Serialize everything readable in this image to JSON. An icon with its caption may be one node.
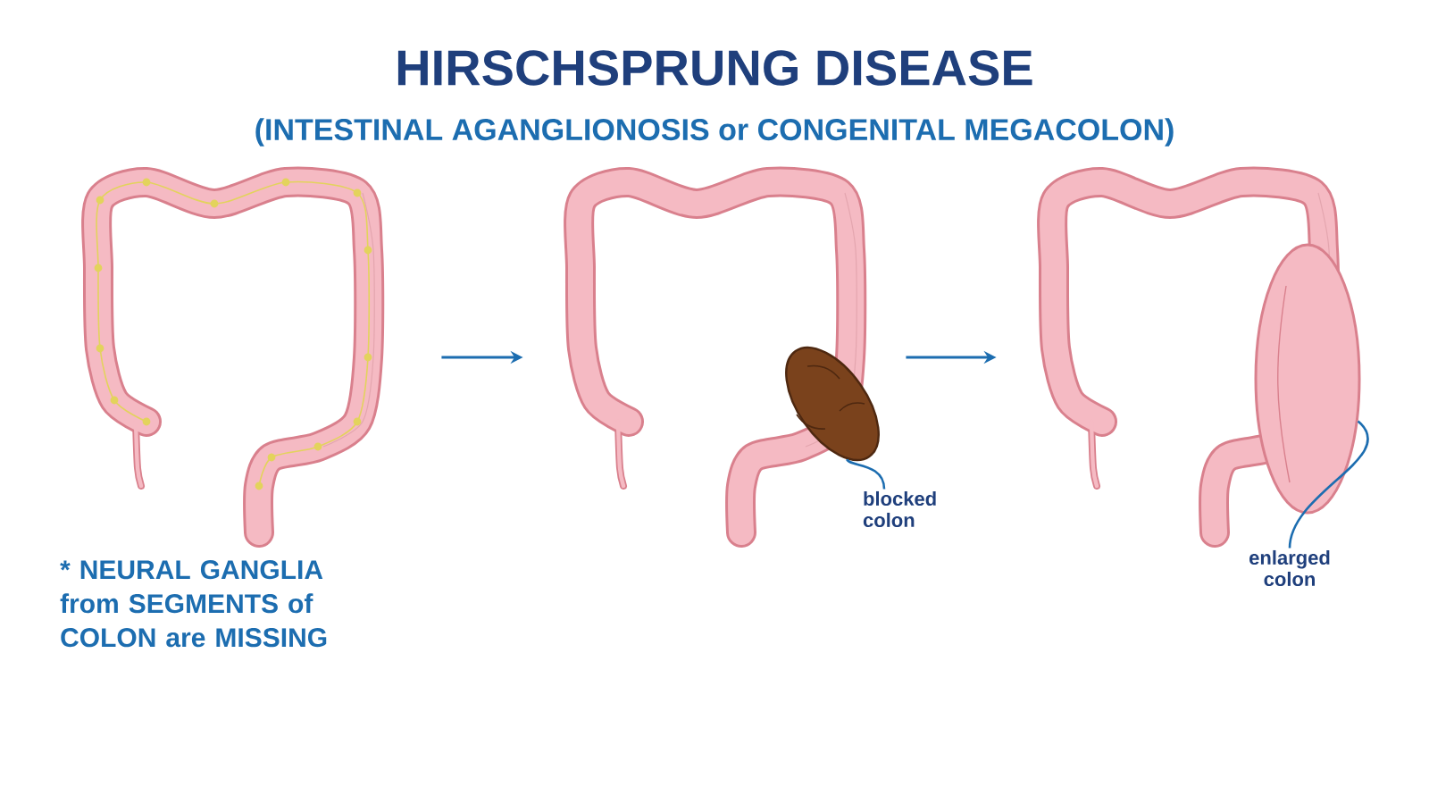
{
  "diagram": {
    "title": "HIRSCHSPRUNG DISEASE",
    "nodes": [
      {
        "text": [],
        "shape": "picture"
      },
      {
        "text": [],
        "shape": "picture"
      },
      {
        "text": [],
        "shape": "picture"
      },
      {
        "text": [],
        "shape": "picture",
        "in": 1
      },
      {
        "text": [
          "blocked colon"
        ]
      },
      {
        "text": [],
        "shape": "picture",
        "in": 2
      },
      {
        "text": [
          "enlarged colon"
        ]
      }
    ],
    "edges": [
      {
        "from": 0,
        "to": 1,
        "arrow": "to"
      },
      {
        "from": 1,
        "to": 2,
        "arrow": "to"
      },
      {
        "from": 4,
        "to": 3,
        "arrow": "none"
      },
      {
        "from": 6,
        "to": 5,
        "arrow": "none"
      }
    ],
    "labels": [
      "(INTESTINAL AGANGLIONOSIS or CONGENITAL MEGACOLON)",
      "* NEURAL GANGLIA from SEGMENTS of COLON are MISSING"
    ]
  }
}
